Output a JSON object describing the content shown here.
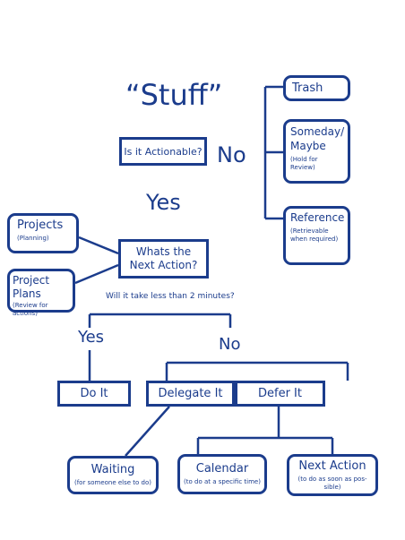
{
  "title": "“Stuff”",
  "question_actionable": "Is it Actionable?",
  "label_no_top": "No",
  "label_yes_top": "Yes",
  "trash": {
    "label": "Trash"
  },
  "someday": {
    "label": "Someday/\nMaybe",
    "sub": "(Hold for Review)"
  },
  "reference": {
    "label": "Reference",
    "sub": "(Retrievable\nwhen required)"
  },
  "projects": {
    "label": "Projects",
    "sub": "(Planning)"
  },
  "project_plans": {
    "label": "Project Plans",
    "sub": "(Review for\nactions)"
  },
  "next_action_question": "Whats the\nNext Action?",
  "two_minutes_question": "Will it take less than 2 minutes?",
  "label_yes_bottom": "Yes",
  "label_no_bottom": "No",
  "do_it": {
    "label": "Do It"
  },
  "delegate_it": {
    "label": "Delegate It"
  },
  "defer_it": {
    "label": "Defer It"
  },
  "waiting": {
    "label": "Waiting",
    "sub": "(for someone else to do)"
  },
  "calendar": {
    "label": "Calendar",
    "sub": "(to do at a specific time)"
  },
  "next_action": {
    "label": "Next Action",
    "sub": "(to do as soon as pos-\nsible)"
  },
  "colors": {
    "primary": "#1b3c8c",
    "background": "#ffffff"
  }
}
